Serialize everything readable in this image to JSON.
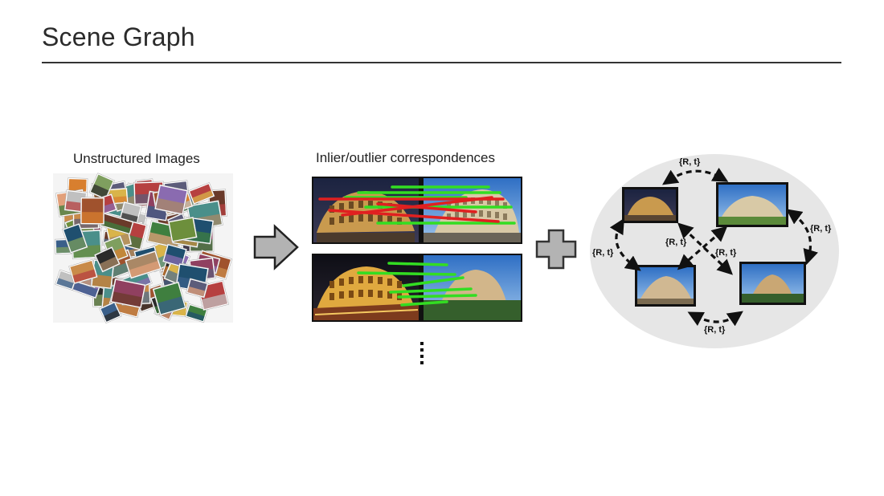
{
  "slide": {
    "title": "Scene Graph"
  },
  "panels": {
    "unstructured_label": "Unstructured Images",
    "correspondences_label": "Inlier/outlier correspondences"
  },
  "graph": {
    "edge_labels": [
      "{R, t}",
      "{R, t}",
      "{R, t}",
      "{R, t}",
      "{R, t}",
      "{R, t}"
    ]
  },
  "colors": {
    "inlier": "#33dd22",
    "outlier": "#e02020",
    "arrow_fill": "#b3b3b3",
    "graph_bg": "#e6e6e6"
  },
  "icons": [
    "right-arrow-icon",
    "plus-icon",
    "vertical-ellipsis-icon",
    "double-headed-arrow-icon"
  ]
}
